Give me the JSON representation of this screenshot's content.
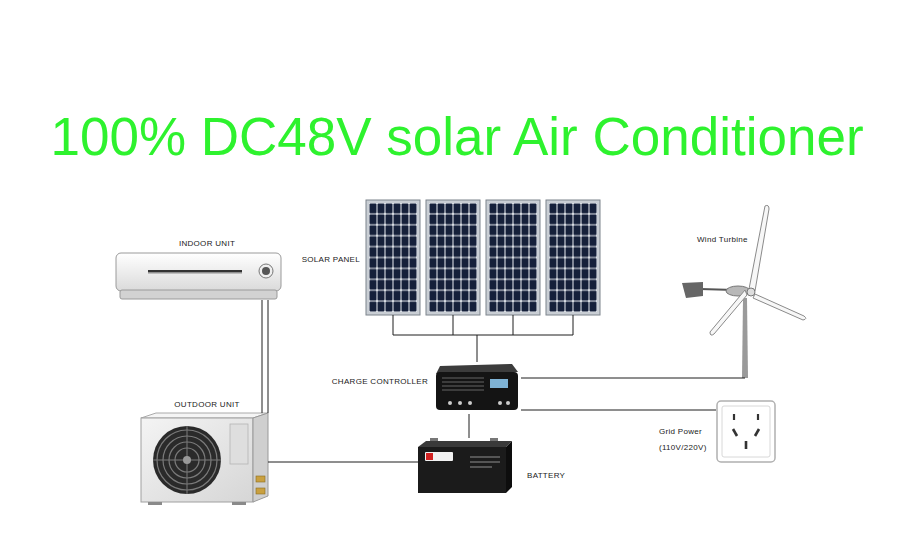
{
  "diagram": {
    "title": "100% DC48V solar Air Conditioner",
    "nodes": [
      {
        "text": [
          "INDOOR UNIT"
        ]
      },
      {
        "text": [
          "SOLAR PANEL"
        ]
      },
      {
        "text": [
          "Wind Turbine"
        ]
      },
      {
        "text": [
          "CHARGE CONTROLLER"
        ]
      },
      {
        "text": [
          "OUTDOOR UNIT"
        ]
      },
      {
        "text": [
          "Grid Power (110V/220V)"
        ]
      },
      {
        "text": [
          "BATTERY"
        ]
      }
    ],
    "edges": [
      {
        "from": 0,
        "to": 4,
        "arrow": "none"
      },
      {
        "from": 1,
        "to": 3,
        "arrow": "none"
      },
      {
        "from": 2,
        "to": 3,
        "arrow": "none"
      },
      {
        "from": 5,
        "to": 3,
        "arrow": "none"
      },
      {
        "from": 3,
        "to": 6,
        "arrow": "none"
      },
      {
        "from": 6,
        "to": 4,
        "arrow": "none"
      }
    ]
  }
}
